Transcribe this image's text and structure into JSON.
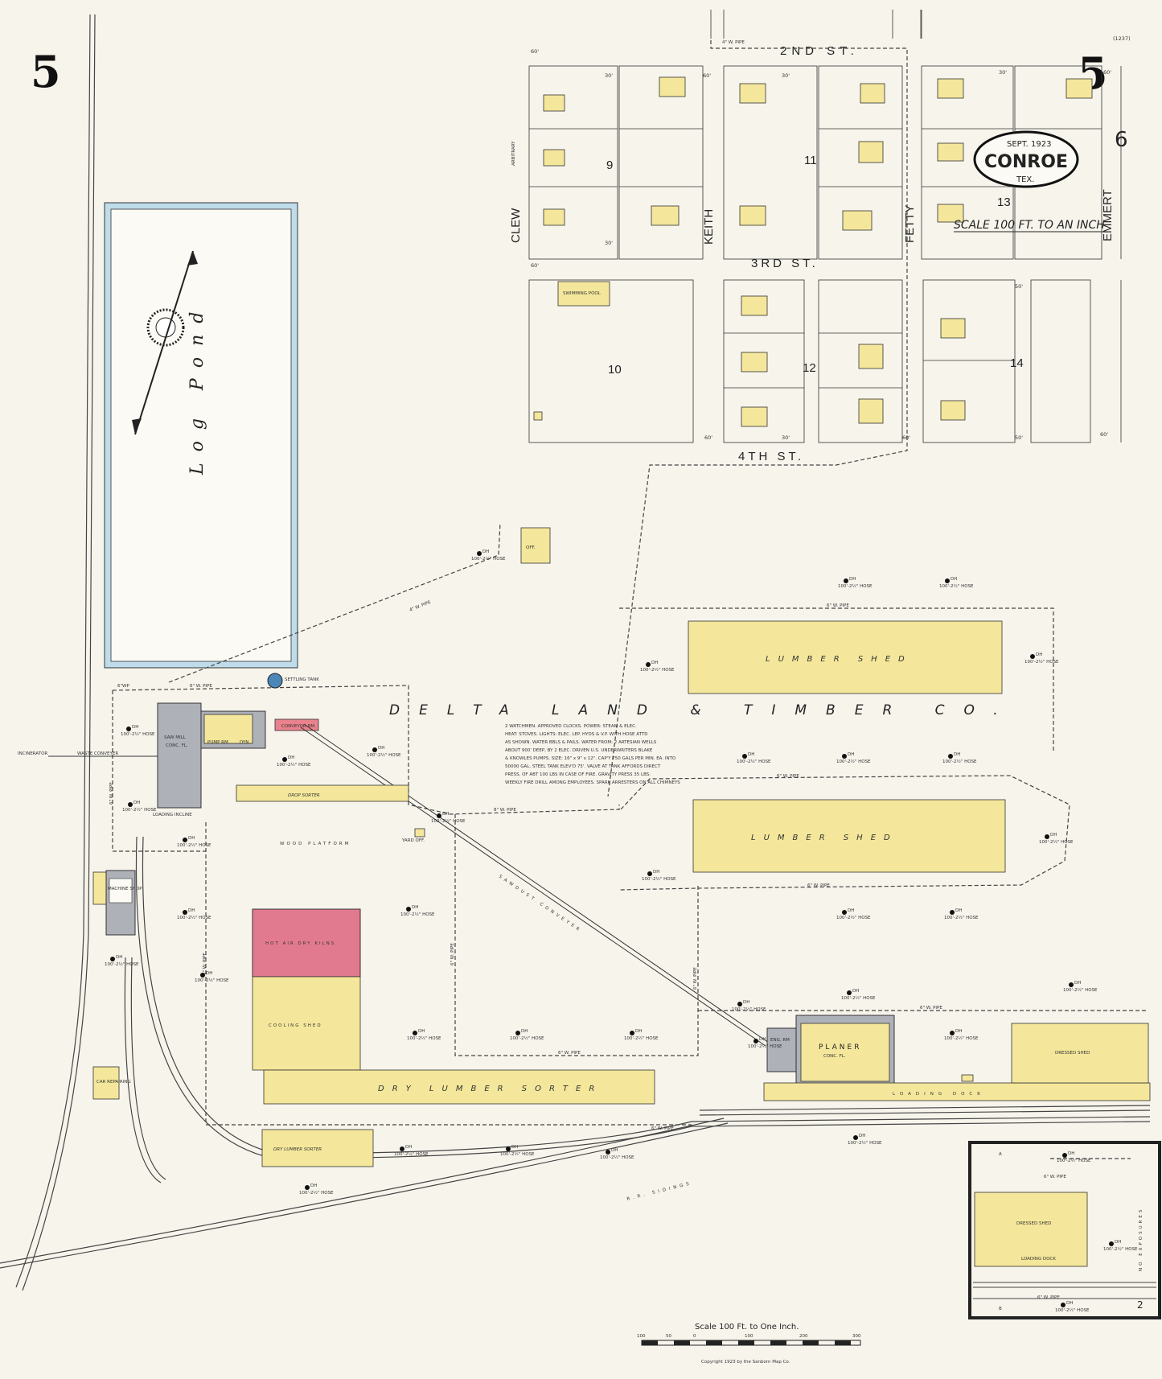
{
  "sheet": {
    "number_left": "5",
    "number_right": "5",
    "sheet_id": "(1237)",
    "adjoining_sheet": "6",
    "city_stamp": {
      "date": "SEPT. 1923",
      "city": "CONROE",
      "state": "TEX."
    },
    "scale_note": "SCALE 100 FT. TO AN INCH"
  },
  "streets": {
    "second": "2ND ST.",
    "third": "3RD ST.",
    "fourth": "4TH ST.",
    "clew": "CLEW",
    "keith": "KEITH",
    "fetty": "FETTY",
    "emmert": "EMMERT",
    "arbitrary": "ARBITRARY"
  },
  "blocks": [
    "9",
    "10",
    "11",
    "12",
    "13",
    "14"
  ],
  "pond": {
    "label": "Log Pond"
  },
  "company": {
    "name": "DELTA LAND & TIMBER CO.",
    "notes": [
      "2 WATCHMEN. APPROVED CLOCKS. POWER: STEAM & ELEC.",
      "HEAT: STOVES. LIGHTS: ELEC. LEP. HYDS & V.P. WITH HOSE ATTD",
      "AS SHOWN. WATER BBLS & PAILS. WATER FROM: 2 ARTESIAN WELLS",
      "ABOUT 900' DEEP, BY 2 ELEC. DRIVEN U.S. UNDERWRITERS BLAKE",
      "& KNOWLES PUMPS. SIZE: 16\" x 9\" x 12\". CAP'Y 750 GALS PER MIN. EA. INTO",
      "50000 GAL. STEEL TANK ELEV'D 75'. VALVE AT TANK AFFORDS DIRECT",
      "PRESS. OF ABT 100 LBS IN CASE OF FIRE. GRAVITY PRESS 35 LBS.",
      "WEEKLY FIRE DRILL AMONG EMPLOYEES. SPARK ARRESTERS ON ALL CHIMNEYS"
    ]
  },
  "buildings": {
    "lumber_shed": "LUMBER SHED",
    "dry_kilns": "HOT AIR DRY KILNS",
    "cooling_shed": "COOLING SHED",
    "dry_lumber_sorter": "DRY LUMBER SORTER",
    "dry_lumber_sorter2": "DRY LUMBER SORTER",
    "drop_sorter": "DROP SORTER",
    "wood_platform": "WOOD PLATFORM",
    "planer": "PLANER",
    "planer_floor": "CONC. FL.",
    "dressed_shed": "DRESSED SHED",
    "loading_dock": "LOADING DOCK",
    "machine_shop": "MACHINE SHOP",
    "car_repairing": "CAR REPAIRING",
    "saw_mill": "SAW MILL",
    "saw_mill_floor": "CONC. FL.",
    "swimming_pool": "SWIMMING POOL",
    "office": "OFF.",
    "yard_office": "YARD OFF.",
    "settling_tank": "SETTLING TANK",
    "pump_room": "PUMP RM",
    "dyn": "DYN.",
    "eng_rm": "ENG. RM",
    "conveyor_rm": "CONVEYOR RM."
  },
  "conveyors": {
    "waste": "WASTE CONVEYER",
    "sawdust": "SAWDUST CONVEYER",
    "incinerator": "INCINERATOR",
    "rr_sidings": "R.R. SIDINGS",
    "loading_incline": "LOADING INCLINE"
  },
  "pipes": {
    "six_w_pipe": "6\" W. PIPE",
    "four_w_pipe": "4\" W. PIPE",
    "eight_w_pipe": "8\" W. PIPE",
    "sixwp": "6\"WP"
  },
  "hydrant": {
    "label": "DH",
    "hose": "100'-2½\" HOSE"
  },
  "dims": {
    "d60": "60'",
    "d30": "30'",
    "d50": "50'"
  },
  "inset": {
    "label_a": "A",
    "label_b": "B",
    "no_exposures": "NO EXPOSURES"
  },
  "scale_bar": {
    "title": "Scale 100 Ft. to One Inch.",
    "ticks": [
      "100",
      "50",
      "0",
      "100",
      "200",
      "300"
    ],
    "copyright": "Copyright 1923 by the Sanborn Map Co."
  },
  "page_corner": "2"
}
